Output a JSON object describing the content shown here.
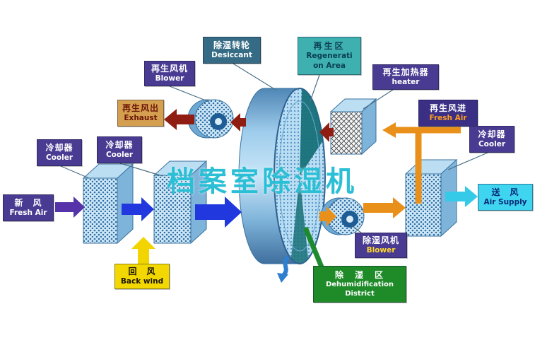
{
  "watermark": "档案室除湿机",
  "colors": {
    "label_purple": "#4a3b92",
    "label_steel_teal": "#356b85",
    "label_teal": "#3fb0b0",
    "label_tan": "#d4a050",
    "label_navy_purple": "#3a2f85",
    "label_cyan": "#3fd4ef",
    "label_yellow": "#f2d800",
    "label_green": "#1e8a28",
    "arrow_purple": "#5633a8",
    "arrow_blue": "#2038dd",
    "arrow_yellow": "#f2d400",
    "arrow_orange": "#e8901a",
    "arrow_dark_red": "#8f1d12",
    "arrow_cyan": "#35cbe8",
    "arrow_green": "#1e8a2e",
    "rotation_blue": "#2f7fd0",
    "watermark_cyan": "#2bbfd6",
    "machine_blue": "#7fb4da",
    "regen_sector_teal": "#177078"
  },
  "labels": {
    "regen_blower": {
      "zh": "再生风机",
      "en": "Blower"
    },
    "desiccant": {
      "zh": "除湿转轮",
      "en": "Desiccant"
    },
    "regen_area": {
      "zh": "再生区",
      "en1": "Regenerati",
      "en2": "on Area"
    },
    "regen_heater": {
      "zh": "再生加热器",
      "en": "heater"
    },
    "exhaust": {
      "zh": "再生风出",
      "en": "Exhaust"
    },
    "regen_fresh_air": {
      "zh": "再生风进",
      "en": "Fresh Air"
    },
    "cooler_left_outer": {
      "zh": "冷却器",
      "en": "Cooler"
    },
    "cooler_left_inner": {
      "zh": "冷却器",
      "en": "Cooler"
    },
    "cooler_right": {
      "zh": "冷却器",
      "en": "Cooler"
    },
    "fresh_air": {
      "zh": "新　风",
      "en": "Fresh Air"
    },
    "air_supply": {
      "zh": "送　风",
      "en": "Air Supply"
    },
    "back_wind": {
      "zh": "回　风",
      "en": "Back wind"
    },
    "dehumid_blower": {
      "zh": "除湿风机",
      "en": "Blower"
    },
    "dehumid_district": {
      "zh": "除　湿　区",
      "en1": "Dehumidification",
      "en2": "District"
    }
  }
}
